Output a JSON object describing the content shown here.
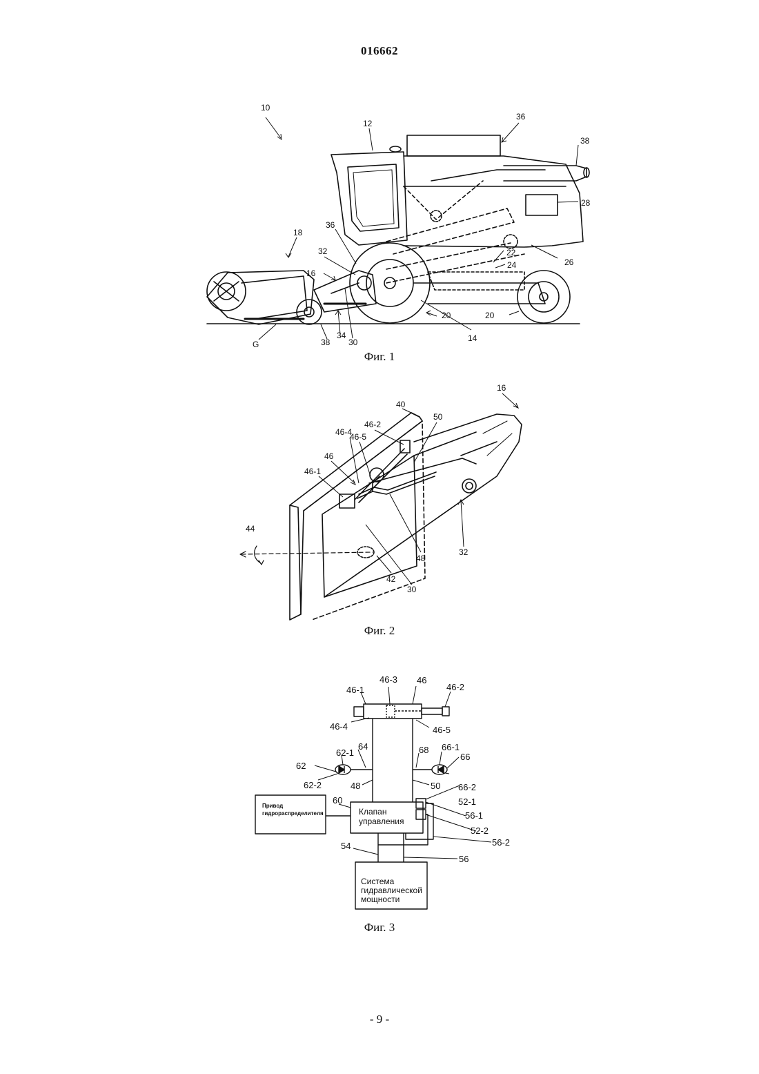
{
  "header": {
    "doc_number": "016662"
  },
  "figure1": {
    "caption": "Фиг. 1",
    "labels": [
      "10",
      "12",
      "36",
      "38",
      "28",
      "26",
      "18",
      "36",
      "32",
      "16",
      "22",
      "24",
      "14",
      "20",
      "20",
      "30",
      "34",
      "38",
      "G"
    ]
  },
  "figure2": {
    "caption": "Фиг. 2",
    "labels": [
      "16",
      "40",
      "50",
      "46-2",
      "46-4",
      "46-5",
      "46",
      "46-1",
      "44",
      "48",
      "32",
      "42",
      "30"
    ]
  },
  "figure3": {
    "caption": "Фиг. 3",
    "labels": [
      "46-3",
      "46",
      "46-1",
      "46-2",
      "46-4",
      "46-5",
      "62-1",
      "64",
      "68",
      "66-1",
      "62",
      "66",
      "62-2",
      "48",
      "50",
      "66-2",
      "52-1",
      "60",
      "56-1",
      "52-2",
      "56-2",
      "54",
      "56"
    ],
    "boxes": {
      "valve_drive": [
        "Привод",
        "гидрораспределителя"
      ],
      "control_valve": [
        "Клапан",
        "управления"
      ],
      "hydraulic_power": [
        "Система",
        "гидравлической",
        "мощности"
      ]
    }
  },
  "footer": {
    "page_number": "- 9 -"
  }
}
